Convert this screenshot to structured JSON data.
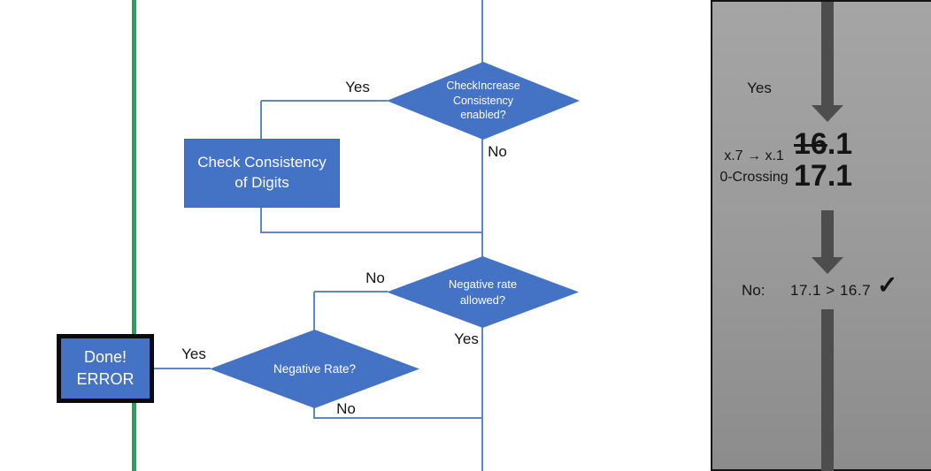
{
  "colors": {
    "shape_fill": "#4472C4",
    "shape_border": "#3E66AE",
    "connector": "#5F86C6",
    "green_line": "#21A45D",
    "panel_top": "#A5A5A5",
    "panel_bottom": "#8C8C8C",
    "arrow_fill": "#4D4D4D",
    "ink": "#141414"
  },
  "flowchart": {
    "decision_check_increase": {
      "line1": "CheckIncrease",
      "line2": "Consistency",
      "line3": "enabled?"
    },
    "process_check_consistency": {
      "line1": "Check Consistency",
      "line2": "of Digits"
    },
    "decision_negative_allowed": {
      "line1": "Negative rate",
      "line2": "allowed?"
    },
    "decision_negative_rate": {
      "line1": "Negative Rate?"
    },
    "terminator_done": {
      "line1": "Done!",
      "line2": "ERROR"
    },
    "labels": {
      "check_increase_yes": "Yes",
      "check_increase_no": "No",
      "negative_allowed_no": "No",
      "negative_allowed_yes": "Yes",
      "negative_rate_yes": "Yes",
      "negative_rate_no": "No"
    }
  },
  "side_panel": {
    "yes_label": "Yes",
    "rule_line1": "x.7 → x.1",
    "rule_line2": "0-Crossing",
    "old_value_struck": "16",
    "old_value_rest": ".1",
    "new_value": "17.1",
    "result_no_label": "No:",
    "result_comparison": "17.1 > 16.7",
    "result_check": "✓"
  }
}
